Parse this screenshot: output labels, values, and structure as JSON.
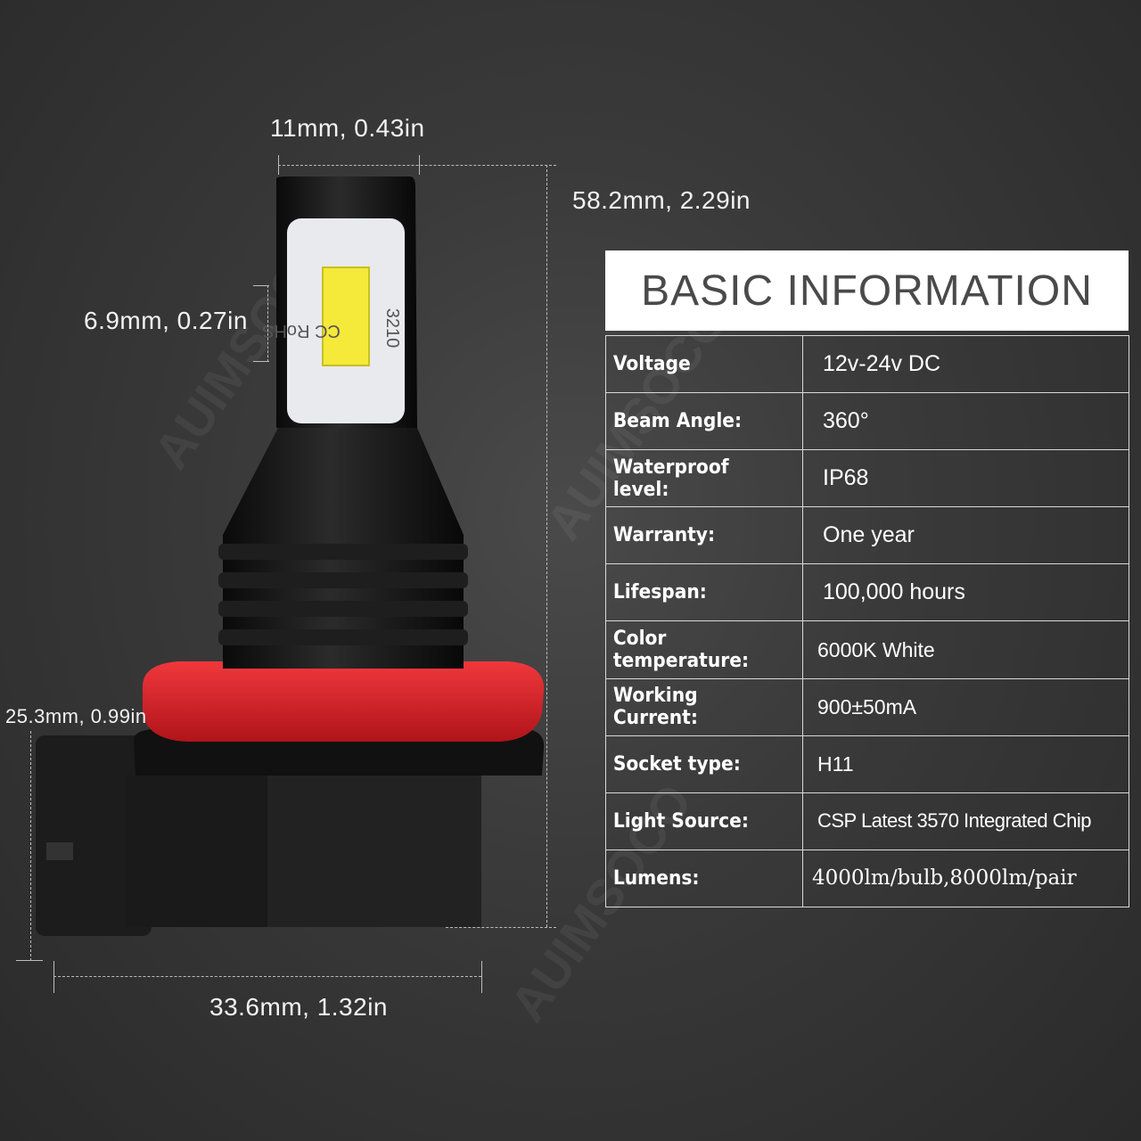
{
  "dimensions": {
    "top_width": "11mm, 0.43in",
    "height": "58.2mm, 2.29in",
    "chip": "6.9mm, 0.27in",
    "base_height": "25.3mm, 0.99in",
    "base_width": "33.6mm, 1.32in"
  },
  "chip_labels": {
    "marks": "CC RoHS",
    "model": "3210"
  },
  "watermark": "AUIMSOCO",
  "info": {
    "title": "BASIC INFORMATION",
    "rows": [
      {
        "label": "Voltage",
        "value": "12v-24v DC"
      },
      {
        "label": "Beam Angle:",
        "value": "360°"
      },
      {
        "label": "Waterproof level:",
        "value": "IP68"
      },
      {
        "label": "Warranty:",
        "value": "One year"
      },
      {
        "label": "Lifespan:",
        "value": "100,000 hours"
      },
      {
        "label": "Color temperature:",
        "value": "6000K White"
      },
      {
        "label": "Working Current:",
        "value": "900±50mA"
      },
      {
        "label": "Socket type:",
        "value": "H11"
      },
      {
        "label": "Light Source:",
        "value": "CSP Latest 3570 Integrated Chip"
      },
      {
        "label": "Lumens:",
        "value": "4000lm/bulb,8000lm/pair"
      }
    ]
  },
  "colors": {
    "red_ring": "#e0262b",
    "chip": "#f5e93a",
    "body": "#151515"
  }
}
